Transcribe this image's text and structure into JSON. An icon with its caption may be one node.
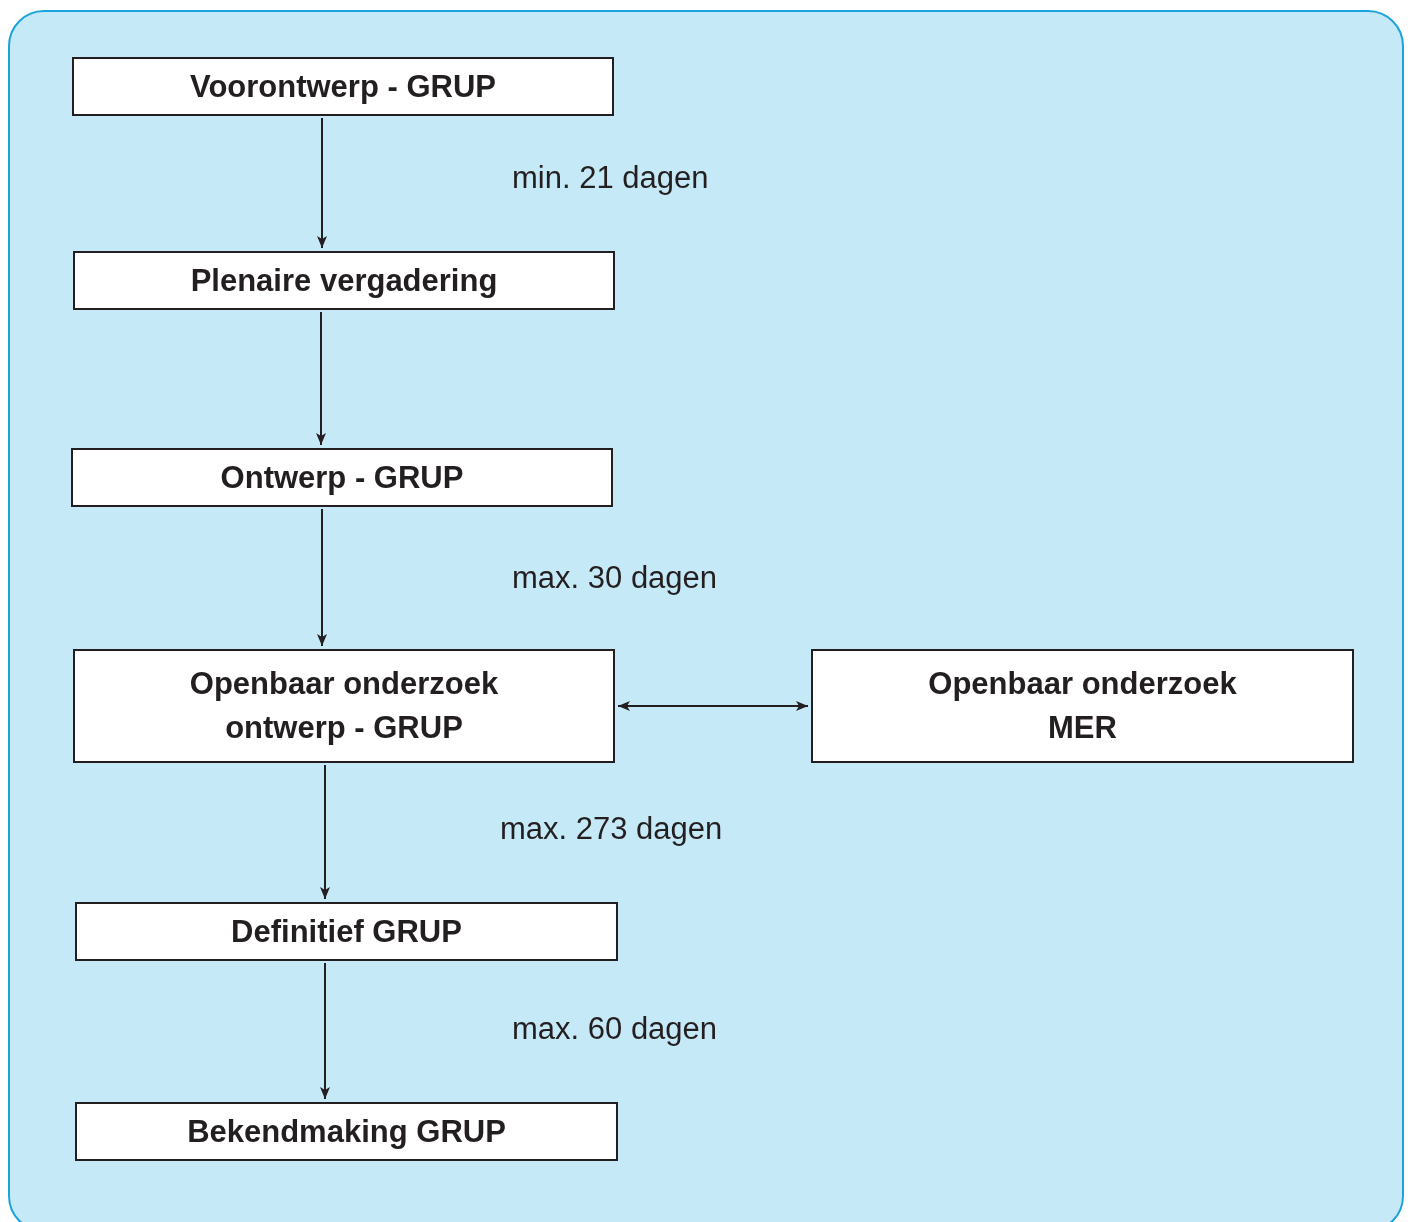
{
  "diagram": {
    "nodes": [
      {
        "text": [
          "Voorontwerp - GRUP"
        ]
      },
      {
        "text": [
          "Plenaire vergadering"
        ]
      },
      {
        "text": [
          "Ontwerp - GRUP"
        ]
      },
      {
        "text": [
          "Openbaar onderzoek ontwerp - GRUP"
        ]
      },
      {
        "text": [
          "Openbaar onderzoek MER"
        ]
      },
      {
        "text": [
          "Definitief GRUP"
        ]
      },
      {
        "text": [
          "Bekendmaking GRUP"
        ]
      }
    ],
    "edges": [
      {
        "from": 0,
        "to": 1,
        "arrow": "to"
      },
      {
        "from": 1,
        "to": 2,
        "arrow": "to"
      },
      {
        "from": 2,
        "to": 3,
        "arrow": "to"
      },
      {
        "from": 3,
        "to": 4,
        "arrow": "both"
      },
      {
        "from": 3,
        "to": 5,
        "arrow": "to"
      },
      {
        "from": 5,
        "to": 6,
        "arrow": "to"
      }
    ],
    "labels": [
      "min. 21 dagen",
      "max. 30 dagen",
      "max. 273 dagen",
      "max. 60 dagen"
    ]
  }
}
